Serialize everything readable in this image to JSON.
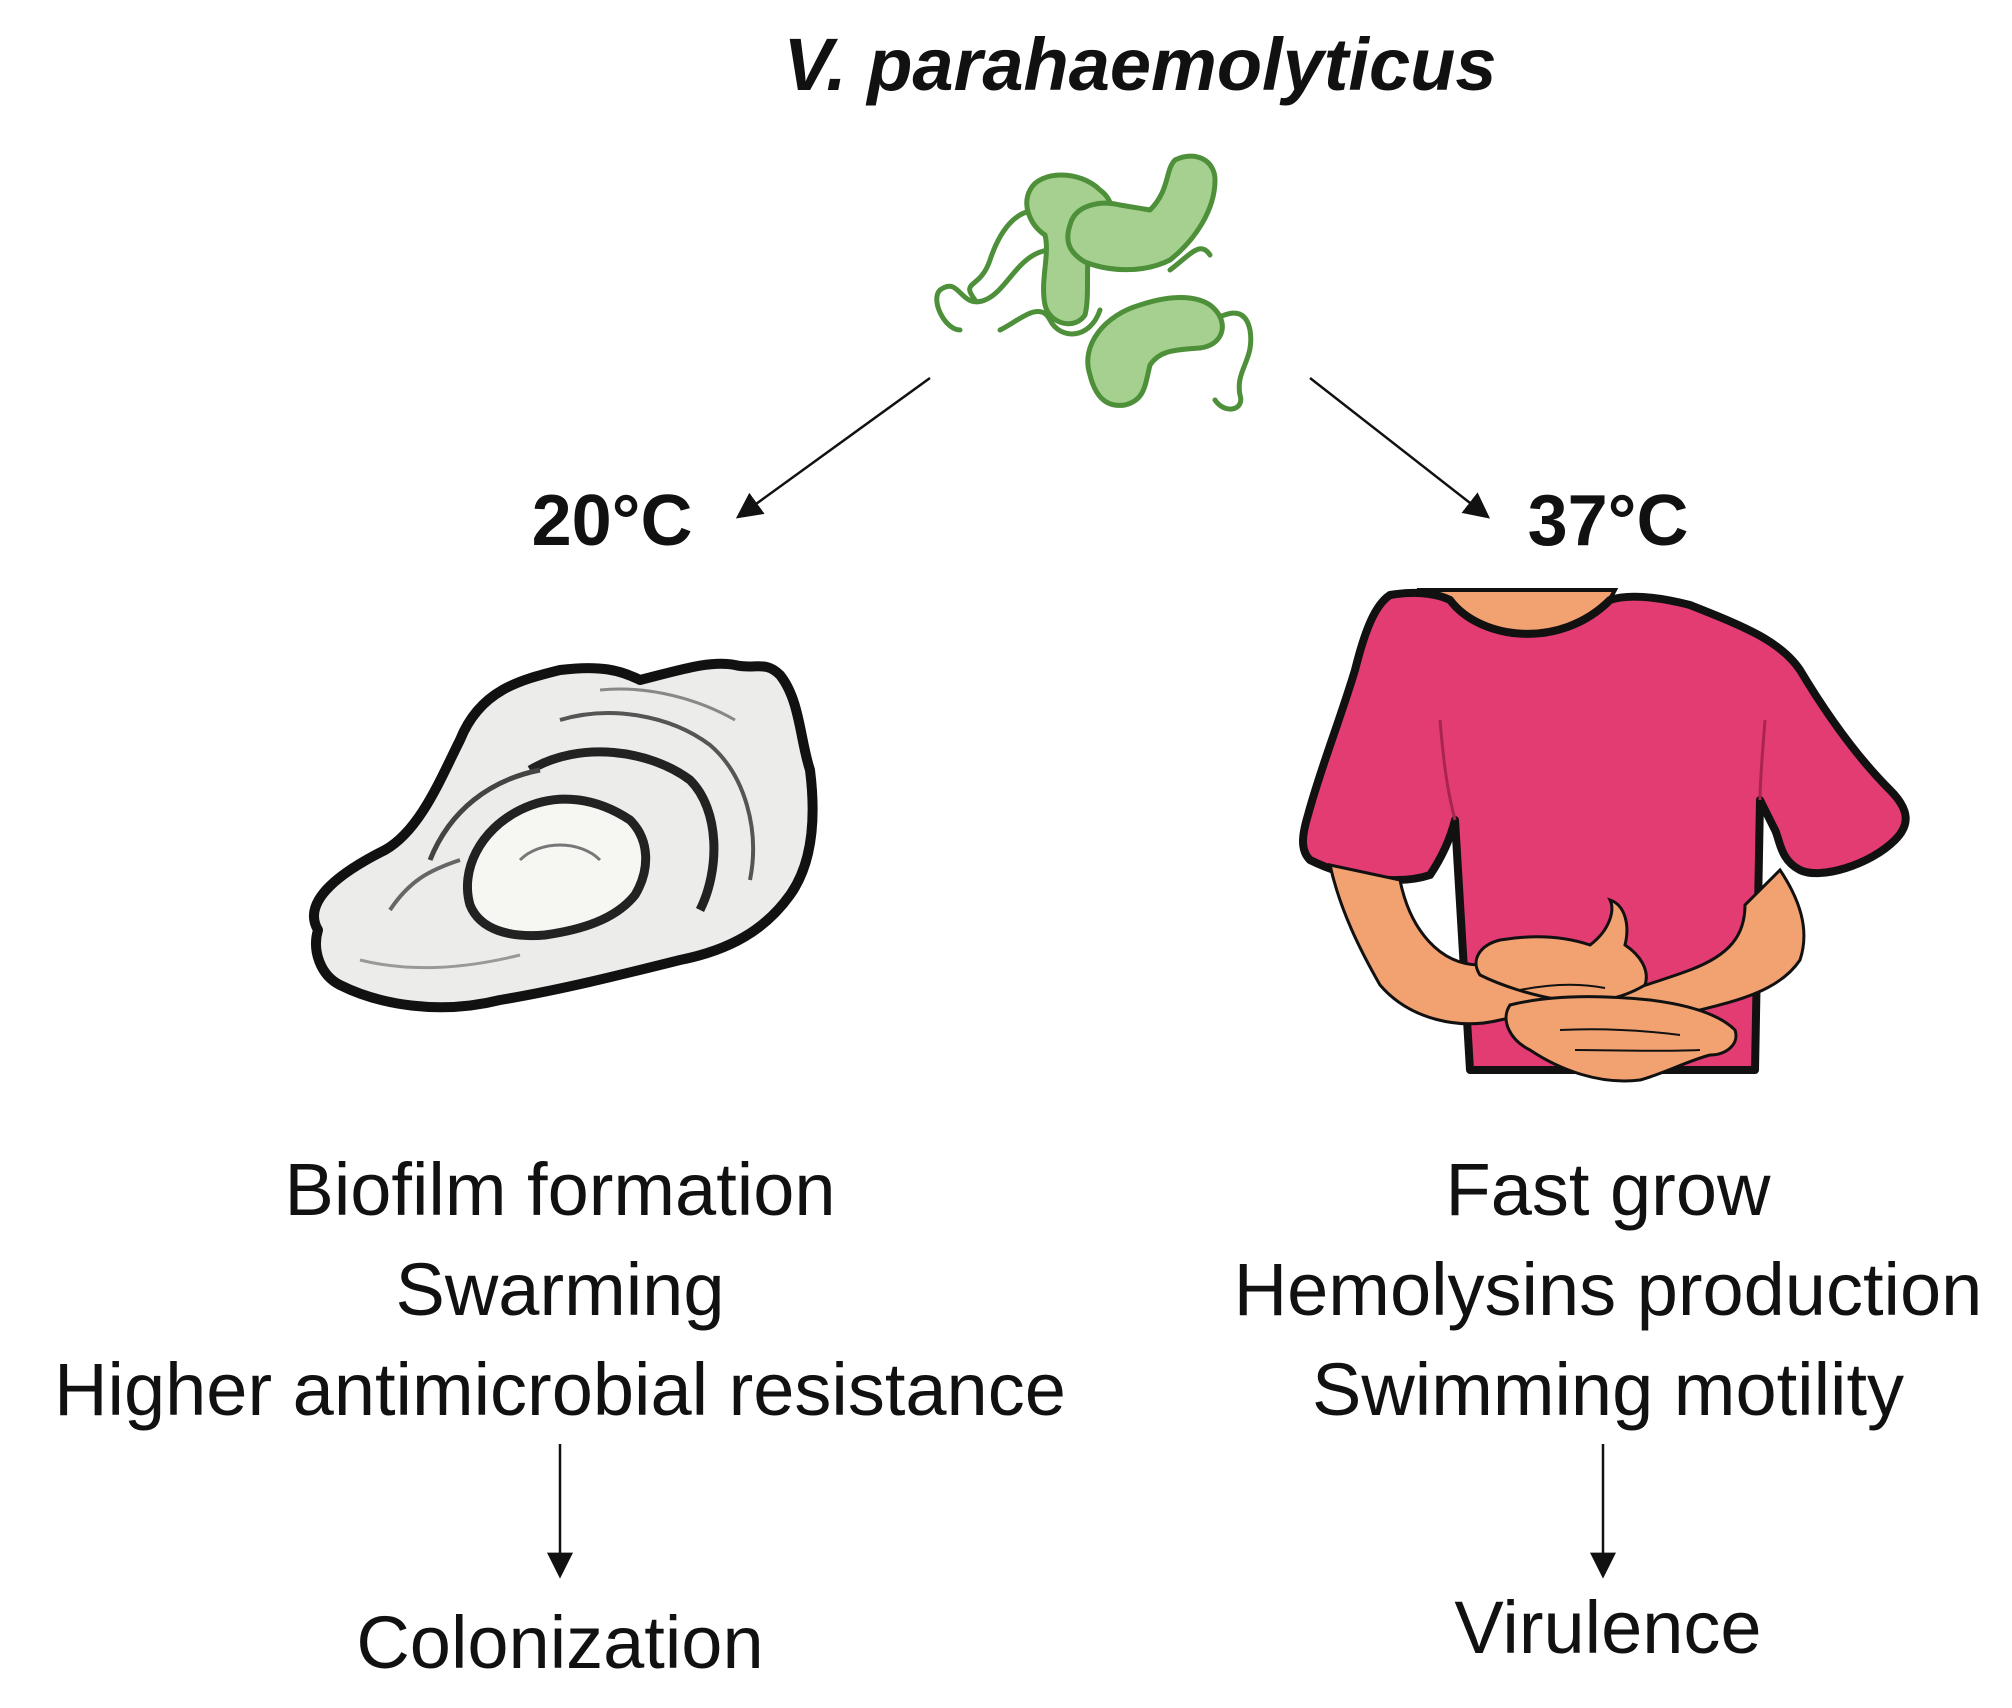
{
  "title": "V. parahaemolyticus",
  "branches": [
    {
      "temperature": "20°C",
      "host_icon": "oyster-icon",
      "traits": [
        "Biofilm formation",
        "Swarming",
        "Higher antimicrobial resistance"
      ],
      "outcome": "Colonization"
    },
    {
      "temperature": "37°C",
      "host_icon": "human-stomach-ache-icon",
      "traits": [
        "Fast grow",
        "Hemolysins production",
        "Swimming motility"
      ],
      "outcome": "Virulence"
    }
  ],
  "colors": {
    "bacteria_fill": "#a6d08f",
    "bacteria_stroke": "#4e8f3a",
    "shirt": "#e23c72",
    "skin": "#f2a271",
    "oyster_shell": "#ececea",
    "oyster_outline": "#111111"
  }
}
